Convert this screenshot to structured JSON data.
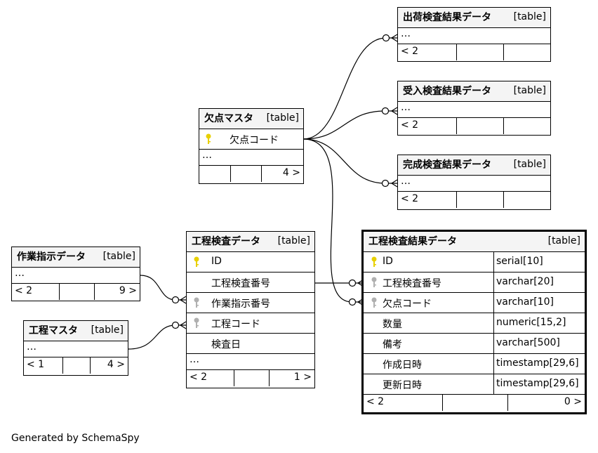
{
  "footer": {
    "generated_by": "Generated by SchemaSpy"
  },
  "tables": {
    "shukka": {
      "name": "出荷検査結果データ",
      "type": "[table]",
      "ellipsis": "…",
      "left_count": "< 2",
      "right_count": ""
    },
    "ukeire": {
      "name": "受入検査結果データ",
      "type": "[table]",
      "ellipsis": "…",
      "left_count": "< 2",
      "right_count": ""
    },
    "kansei": {
      "name": "完成検査結果データ",
      "type": "[table]",
      "ellipsis": "…",
      "left_count": "< 2",
      "right_count": ""
    },
    "ketten": {
      "name": "欠点マスタ",
      "type": "[table]",
      "col1": "欠点コード",
      "ellipsis": "…",
      "left_count": "",
      "right_count": "4 >"
    },
    "sagyo": {
      "name": "作業指示データ",
      "type": "[table]",
      "ellipsis": "…",
      "left_count": "< 2",
      "right_count": "9 >"
    },
    "koutei_master": {
      "name": "工程マスタ",
      "type": "[table]",
      "ellipsis": "…",
      "left_count": "< 1",
      "right_count": "4 >"
    },
    "koutei_kensa": {
      "name": "工程検査データ",
      "type": "[table]",
      "columns": [
        "ID",
        "工程検査番号",
        "作業指示番号",
        "工程コード",
        "検査日"
      ],
      "ellipsis": "…",
      "left_count": "< 2",
      "right_count": "1 >"
    },
    "koutei_kekka": {
      "name": "工程検査結果データ",
      "type": "[table]",
      "columns": [
        {
          "name": "ID",
          "type": "serial[10]"
        },
        {
          "name": "工程検査番号",
          "type": "varchar[20]"
        },
        {
          "name": "欠点コード",
          "type": "varchar[10]"
        },
        {
          "name": "数量",
          "type": "numeric[15,2]"
        },
        {
          "name": "備考",
          "type": "varchar[500]"
        },
        {
          "name": "作成日時",
          "type": "timestamp[29,6]"
        },
        {
          "name": "更新日時",
          "type": "timestamp[29,6]"
        }
      ],
      "left_count": "< 2",
      "right_count": "0 >"
    }
  },
  "colors": {
    "primary_key": "#e8d000",
    "foreign_key": "#b0b0b0",
    "header_bg": "#f4f4f4"
  }
}
